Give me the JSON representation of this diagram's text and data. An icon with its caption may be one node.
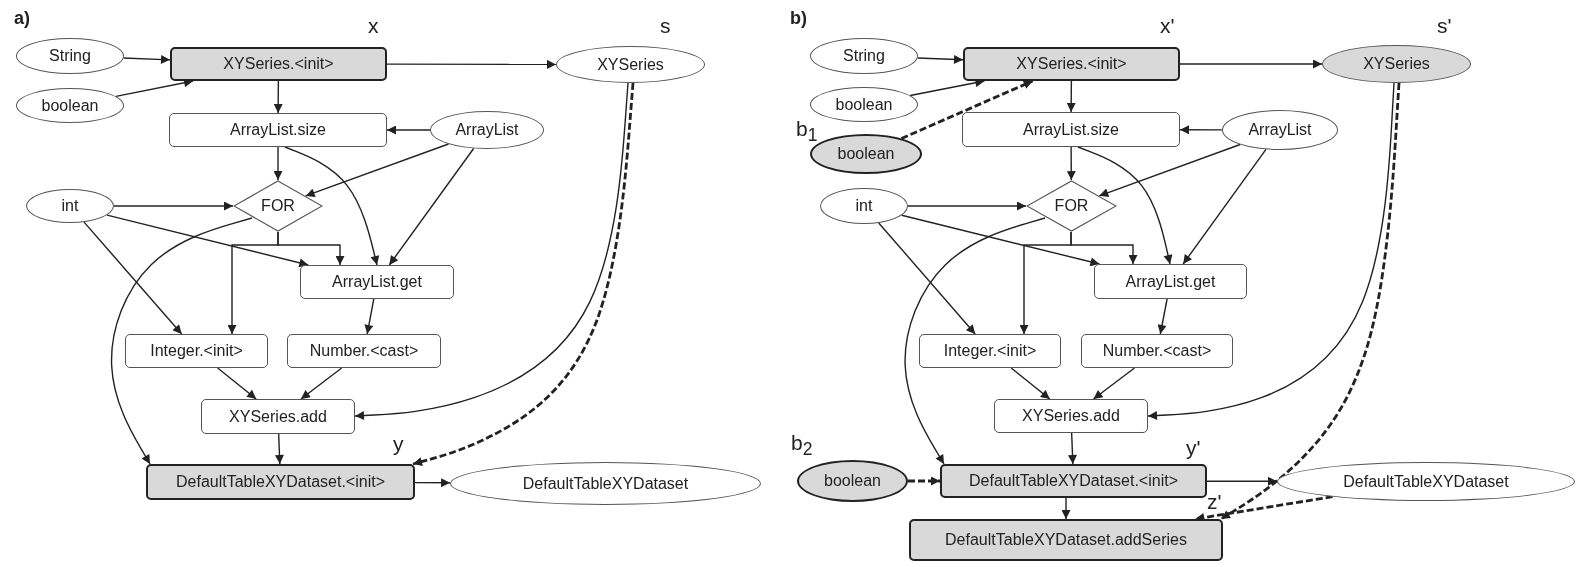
{
  "diagram": {
    "nodes": [
      {
        "text": [
          "String"
        ]
      },
      {
        "text": [
          "boolean"
        ]
      },
      {
        "text": [
          "XYSeries.<init>"
        ],
        "beside": [
          "x"
        ]
      },
      {
        "text": [
          "XYSeries"
        ],
        "beside": [
          "s"
        ]
      },
      {
        "text": [
          "ArrayList.size"
        ]
      },
      {
        "text": [
          "ArrayList"
        ]
      },
      {
        "text": [
          "FOR"
        ]
      },
      {
        "text": [
          "int"
        ]
      },
      {
        "text": [
          "ArrayList.get"
        ]
      },
      {
        "text": [
          "Integer.<init>"
        ]
      },
      {
        "text": [
          "Number.<cast>"
        ]
      },
      {
        "text": [
          "XYSeries.add"
        ]
      },
      {
        "text": [
          "DefaultTableXYDataset.<init>"
        ],
        "beside": [
          "y"
        ]
      },
      {
        "text": [
          "DefaultTableXYDataset"
        ]
      },
      {
        "text": [
          "String"
        ]
      },
      {
        "text": [
          "boolean"
        ]
      },
      {
        "text": [
          "boolean"
        ],
        "beside": [
          "b$_{1}$"
        ]
      },
      {
        "text": [
          "XYSeries.<init>"
        ],
        "beside": [
          "x'"
        ]
      },
      {
        "text": [
          "XYSeries"
        ],
        "beside": [
          "s'"
        ]
      },
      {
        "text": [
          "ArrayList.size"
        ]
      },
      {
        "text": [
          "ArrayList"
        ]
      },
      {
        "text": [
          "FOR"
        ]
      },
      {
        "text": [
          "int"
        ]
      },
      {
        "text": [
          "ArrayList.get"
        ]
      },
      {
        "text": [
          "Integer.<init>"
        ]
      },
      {
        "text": [
          "Number.<cast>"
        ]
      },
      {
        "text": [
          "XYSeries.add"
        ]
      },
      {
        "text": [
          "boolean"
        ],
        "beside": [
          "b$_{2}$"
        ]
      },
      {
        "text": [
          "DefaultTableXYDataset.<init>"
        ],
        "beside": [
          "y'"
        ]
      },
      {
        "text": [
          "DefaultTableXYDataset"
        ]
      },
      {
        "text": [
          "DefaultTableXYDataset.addSeries"
        ],
        "beside": [
          "z'"
        ]
      }
    ],
    "edges": [
      {
        "from": 0,
        "to": 2,
        "arrow": "to"
      },
      {
        "from": 1,
        "to": 2,
        "arrow": "to"
      },
      {
        "from": 2,
        "to": 3,
        "arrow": "to"
      },
      {
        "from": 2,
        "to": 4,
        "arrow": "to"
      },
      {
        "from": 5,
        "to": 4,
        "arrow": "to"
      },
      {
        "from": 4,
        "to": 6,
        "arrow": "to"
      },
      {
        "from": 4,
        "to": 8,
        "arrow": "to"
      },
      {
        "from": 5,
        "to": 6,
        "arrow": "to"
      },
      {
        "from": 5,
        "to": 8,
        "arrow": "to"
      },
      {
        "from": 7,
        "to": 6,
        "arrow": "to"
      },
      {
        "from": 6,
        "to": 8,
        "arrow": "to"
      },
      {
        "from": 6,
        "to": 9,
        "arrow": "to"
      },
      {
        "from": 7,
        "to": 8,
        "arrow": "to"
      },
      {
        "from": 7,
        "to": 9,
        "arrow": "to"
      },
      {
        "from": 6,
        "to": 12,
        "arrow": "to"
      },
      {
        "from": 8,
        "to": 10,
        "arrow": "to"
      },
      {
        "from": 9,
        "to": 11,
        "arrow": "to"
      },
      {
        "from": 10,
        "to": 11,
        "arrow": "to"
      },
      {
        "from": 3,
        "to": 11,
        "arrow": "to"
      },
      {
        "from": 3,
        "to": 12,
        "arrow": "to",
        "style": "dashed"
      },
      {
        "from": 11,
        "to": 12,
        "arrow": "to"
      },
      {
        "from": 12,
        "to": 13,
        "arrow": "to"
      },
      {
        "from": 14,
        "to": 17,
        "arrow": "to"
      },
      {
        "from": 15,
        "to": 17,
        "arrow": "to"
      },
      {
        "from": 16,
        "to": 17,
        "arrow": "to",
        "style": "dashed"
      },
      {
        "from": 17,
        "to": 18,
        "arrow": "to"
      },
      {
        "from": 17,
        "to": 19,
        "arrow": "to"
      },
      {
        "from": 20,
        "to": 19,
        "arrow": "to"
      },
      {
        "from": 19,
        "to": 21,
        "arrow": "to"
      },
      {
        "from": 19,
        "to": 23,
        "arrow": "to"
      },
      {
        "from": 20,
        "to": 21,
        "arrow": "to"
      },
      {
        "from": 20,
        "to": 23,
        "arrow": "to"
      },
      {
        "from": 22,
        "to": 21,
        "arrow": "to"
      },
      {
        "from": 21,
        "to": 23,
        "arrow": "to"
      },
      {
        "from": 21,
        "to": 24,
        "arrow": "to"
      },
      {
        "from": 22,
        "to": 23,
        "arrow": "to"
      },
      {
        "from": 22,
        "to": 24,
        "arrow": "to"
      },
      {
        "from": 21,
        "to": 28,
        "arrow": "to"
      },
      {
        "from": 23,
        "to": 25,
        "arrow": "to"
      },
      {
        "from": 24,
        "to": 26,
        "arrow": "to"
      },
      {
        "from": 25,
        "to": 26,
        "arrow": "to"
      },
      {
        "from": 18,
        "to": 26,
        "arrow": "to"
      },
      {
        "from": 27,
        "to": 28,
        "arrow": "to",
        "style": "dashed"
      },
      {
        "from": 26,
        "to": 28,
        "arrow": "to"
      },
      {
        "from": 28,
        "to": 29,
        "arrow": "to"
      },
      {
        "from": 28,
        "to": 30,
        "arrow": "to"
      },
      {
        "from": 18,
        "to": 30,
        "arrow": "to",
        "style": "dashed"
      },
      {
        "from": 29,
        "to": 30,
        "arrow": "to",
        "style": "dashed"
      }
    ],
    "labels": [
      "a)",
      "b)"
    ]
  }
}
